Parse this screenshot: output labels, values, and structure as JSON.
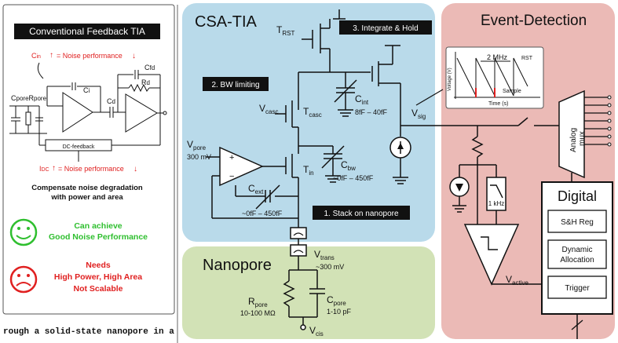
{
  "left_panel": {
    "title": "Conventional Feedback TIA",
    "cin_note": "= Noise performance",
    "idc_note": "= Noise performance",
    "labels": {
      "cfd": "C",
      "cfd_sub": "fd",
      "rd": "R",
      "rd_sub": "d",
      "ci": "C",
      "ci_sub": "i",
      "cd": "C",
      "cd_sub": "d",
      "cpore": "C",
      "cpore_sub": "pore",
      "rpore": "R",
      "rpore_sub": "pore",
      "cin": "C",
      "cin_sub": "in",
      "idc": "I",
      "idc_sub": "DC"
    },
    "dc_feedback": "DC-feedback",
    "compensate_line1": "Compensate noise degradation",
    "compensate_line2": "with power and area",
    "good_line1": "Can achieve",
    "good_line2": "Good Noise Performance",
    "bad_line1": "Needs",
    "bad_line2": "High Power, High Area",
    "bad_line3": "Not Scalable",
    "caption": "rough a solid-state nanopore in a"
  },
  "csa": {
    "title": "CSA-TIA",
    "step3": "3. Integrate & Hold",
    "step2": "2. BW limiting",
    "step1": "1. Stack on nanopore",
    "trst": "T",
    "trst_sub": "RST",
    "vcasc": "V",
    "vcasc_sub": "casc",
    "tcasc": "T",
    "tcasc_sub": "casc",
    "cint": "C",
    "cint_sub": "int",
    "cint_range": "8fF – 40fF",
    "vsig": "V",
    "vsig_sub": "sig",
    "vpore": "V",
    "vpore_sub": "pore",
    "vpore_val": "300 mV",
    "tin": "T",
    "tin_sub": "in",
    "cbw": "C",
    "cbw_sub": "bw",
    "cbw_range": "~0fF – 450fF",
    "cext": "C",
    "cext_sub": "ext",
    "cext_range": "~0fF – 450fF"
  },
  "nanopore": {
    "title": "Nanopore",
    "vtrans": "V",
    "vtrans_sub": "trans",
    "vtrans_val": "~300 mV",
    "rpore": "R",
    "rpore_sub": "pore",
    "rpore_val": "10-100 MΩ",
    "cpore": "C",
    "cpore_sub": "pore",
    "cpore_val": "1-10 pF",
    "vcis": "V",
    "vcis_sub": "cis"
  },
  "event": {
    "title": "Event-Detection",
    "inset_freq": "2 MHz",
    "inset_rst": "RST",
    "inset_ylabel": "Voltage (V)",
    "inset_xlabel": "Time (s)",
    "inset_sample": "Sample",
    "filter": "1 kHz",
    "mux_line1": "Analog",
    "mux_line2": "mux",
    "digital": "Digital",
    "sh_reg": "S&H Reg",
    "dyn_line1": "Dynamic",
    "dyn_line2": "Allocation",
    "trigger": "Trigger",
    "vactive": "V",
    "vactive_sub": "active"
  },
  "colors": {
    "csa_bg": "#b9daea",
    "nanopore_bg": "#d2e2b6",
    "event_bg": "#ebbab6",
    "arrow_red": "#e02020",
    "smile_green": "#2fbf2f",
    "frown_red": "#e02020"
  }
}
